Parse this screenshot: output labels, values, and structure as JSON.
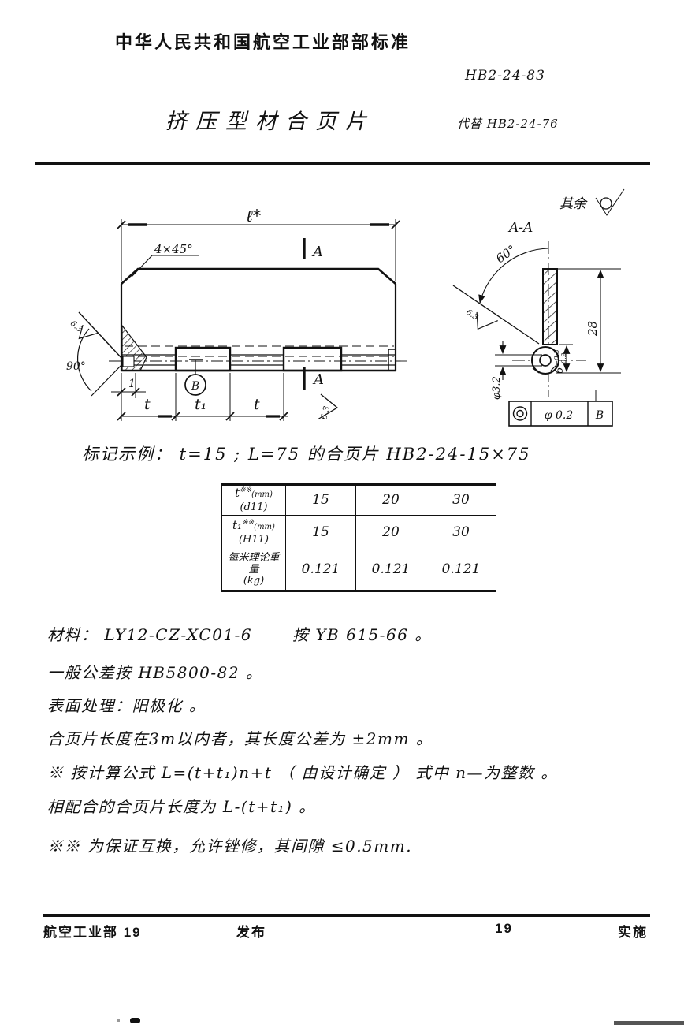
{
  "header": {
    "org": "中华人民共和国航空工业部部标准",
    "code": "HB2-24-83",
    "title": "挤压型材合页片",
    "supersedes": "代替 HB2-24-76"
  },
  "drawing": {
    "main_view": {
      "length_label": "ℓ*",
      "chamfer_label": "4×45°",
      "section_label": "A",
      "angle_label": "90°",
      "offset_label": "1",
      "pitch_t": "t",
      "pitch_t1": "t₁",
      "datum_label": "B",
      "roughness": "6.3"
    },
    "section_view": {
      "view_title": "A-A",
      "rest_label": "其余",
      "angle_label": "60°",
      "height_label": "28",
      "hole_dia_label": "φ3.2",
      "knuckle_dim": {
        "value": "6",
        "upper": "+0.3",
        "lower": "-0.2"
      },
      "roughness": "6.3",
      "fcf": {
        "tolerance": "φ 0.2",
        "datum": "B"
      }
    }
  },
  "marking_example": "标记示例：  t=15 ;  L=75 的合页片  HB2-24-15×75",
  "table": {
    "rows": [
      {
        "param": "t",
        "stars": "※※",
        "unit": "(mm)",
        "fit": "(d11)",
        "values": [
          "15",
          "20",
          "30"
        ]
      },
      {
        "param": "t₁",
        "stars": "※※",
        "unit": "(mm)",
        "fit": "(H11)",
        "values": [
          "15",
          "20",
          "30"
        ]
      },
      {
        "param": "每米理论重量",
        "unit": "(kg)",
        "values": [
          "0.121",
          "0.121",
          "0.121"
        ]
      }
    ]
  },
  "notes": [
    "材料： LY12-CZ-XC01-6 　　按 YB 615-66 。",
    "一般公差按 HB5800-82 。",
    "表面处理：阳极化 。",
    "合页片长度在3m以内者，其长度公差为 ±2mm 。",
    "※ 按计算公式 L=(t+t₁)n+t （ 由设计确定 ） 式中 n—为整数 。",
    "相配合的合页片长度为 L-(t+t₁) 。",
    "※※ 为保证互换，允许锉修，其间隙 ≤0.5mm."
  ],
  "footer": {
    "issuer": "航空工业部 19",
    "publish": "发布",
    "year": "19",
    "implement": "实施"
  }
}
